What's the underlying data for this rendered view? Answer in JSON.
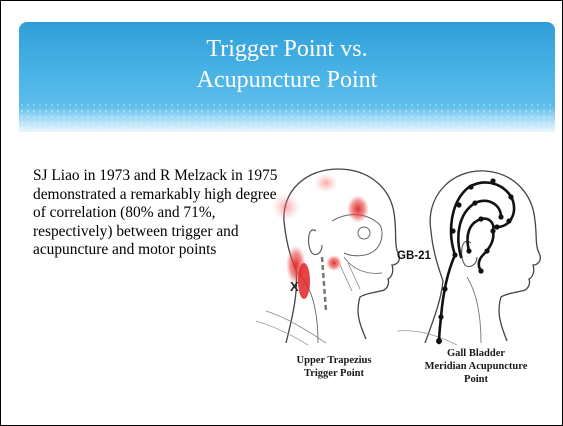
{
  "slide": {
    "title_lines": [
      "Trigger Point vs.",
      "Acupuncture Point"
    ],
    "body_text": "SJ Liao in 1973 and R Melzack in 1975 demonstrated a remarkably high degree of correlation (80% and 71%, respectively) between trigger and acupuncture and motor points",
    "left_figure": {
      "marker": "X",
      "caption_lines": [
        "Upper Trapezius",
        "Trigger Point"
      ]
    },
    "right_figure": {
      "point_label": "GB-21",
      "caption_lines": [
        "Gall Bladder",
        "Meridian Acupuncture",
        "Point"
      ]
    },
    "colors": {
      "banner": "#3aa8de",
      "title_text": "#ffffff",
      "trigger_red": "#e02424",
      "meridian": "#111111"
    }
  }
}
